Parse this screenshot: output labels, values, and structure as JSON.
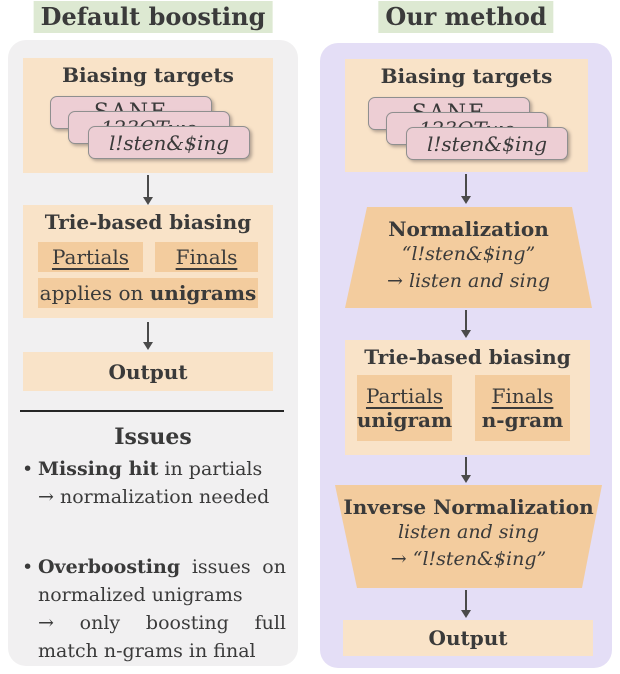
{
  "colors": {
    "highlight_green": "#dde9d2",
    "left_panel_bg": "#f1f0f1",
    "right_panel_bg": "#e4def6",
    "box_peach": "#f9e3c8",
    "box_orange": "#f3cc9e",
    "card_pink": "#edced4",
    "text": "#3a3a3a",
    "arrow": "#4a4a4a"
  },
  "left": {
    "title": "Default boosting",
    "biasing_title": "Biasing targets",
    "cards": [
      "SANE",
      "123OTwo",
      "l!sten&$ing"
    ],
    "trie_title": "Trie-based biasing",
    "partials_label": "Partials",
    "finals_label": "Finals",
    "applies_text": "applies on ",
    "applies_bold": "unigrams",
    "output_label": "Output",
    "issues_heading": "Issues",
    "bullet1_marker": "•",
    "bullet1_bold": "Missing hit",
    "bullet1_rest": " in partials",
    "bullet1_line2": "→ normalization needed",
    "bullet2_marker": "•",
    "bullet2_bold": "Overboosting",
    "bullet2_rest": " issues on",
    "bullet2_line2": "normalized unigrams",
    "bullet2_line3": "→ only boosting full",
    "bullet2_line4": "match n-grams in final"
  },
  "right": {
    "title": "Our method",
    "biasing_title": "Biasing targets",
    "cards": [
      "SANE",
      "123OTwo",
      "l!sten&$ing"
    ],
    "norm_title": "Normalization",
    "norm_line1": "“l!sten&$ing”",
    "norm_line2": "→ listen and sing",
    "trie_title": "Trie-based biasing",
    "partials_label": "Partials",
    "partials_sub": "unigram",
    "finals_label": "Finals",
    "finals_sub": "n-gram",
    "inv_title": "Inverse Normalization",
    "inv_line1": "listen and sing",
    "inv_line2": "→ “l!sten&$ing”",
    "output_label": "Output"
  }
}
